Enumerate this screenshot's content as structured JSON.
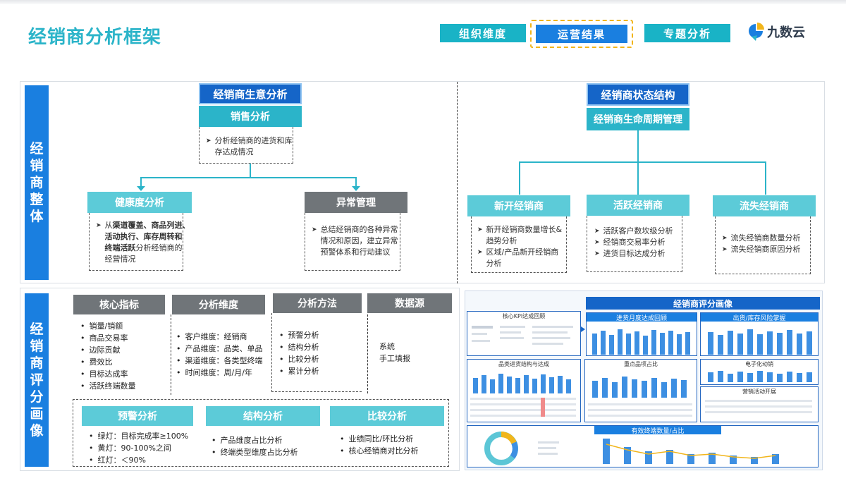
{
  "page": {
    "title": "经销商分析框架"
  },
  "tabs": [
    {
      "label": "组织维度"
    },
    {
      "label": "运营结果"
    },
    {
      "label": "专题分析"
    }
  ],
  "logo": {
    "text": "九数云",
    "icon": "logo-mark-icon"
  },
  "colors": {
    "accent": "#2bb4c9",
    "brand_blue": "#1a7fe0",
    "title_blue": "#1565c8",
    "gray": "#707579",
    "highlight_dash": "#f1b51b"
  },
  "section1": {
    "side_label": [
      "经",
      "销",
      "商",
      "整",
      "体"
    ],
    "business": {
      "title": "经销商生意分析",
      "sales": {
        "title": "销售分析",
        "desc": [
          "分析经销商的进货和库",
          "存达成情况"
        ]
      },
      "health": {
        "title": "健康度分析",
        "desc_prefix": "从",
        "desc_bold_1": "渠道覆盖、商品列进、",
        "desc_bold_2": "活动执行、库存周转和",
        "desc_bold_3": "终端活跃",
        "desc_suffix": "分析经销商的",
        "desc_tail": "经营情况"
      },
      "abnormal": {
        "title": "异常管理",
        "desc": [
          "总结经销商的各种异常",
          "情况和原因，建立异常",
          "预警体系和行动建议"
        ]
      }
    },
    "status": {
      "title": "经销商状态结构",
      "lifecycle": "经销商生命周期管理",
      "new": {
        "title": "新开经销商",
        "items": [
          [
            "新开经销商数量增长&",
            "趋势分析"
          ],
          [
            "区域/产品新开经销商",
            "分析"
          ]
        ]
      },
      "active": {
        "title": "活跃经销商",
        "items": [
          "活跃客户数坎级分析",
          "经销商交易率分析",
          "进货目标达成分析"
        ]
      },
      "lost": {
        "title": "流失经销商",
        "items": [
          "流失经销商数量分析",
          "流失经销商原因分析"
        ]
      }
    }
  },
  "section2": {
    "side_label": [
      "经",
      "销",
      "商",
      "评",
      "分",
      "画",
      "像"
    ],
    "columns": [
      {
        "title": "核心指标",
        "items": [
          "销量/销额",
          "商品交易率",
          "边际贡献",
          "费效比",
          "目标达成率",
          "活跃终端数量"
        ]
      },
      {
        "title": "分析维度",
        "items": [
          "客户维度：经销商",
          "产品维度：品类、单品",
          "渠道维度：各类型终端",
          "时间维度：周/月/年"
        ]
      },
      {
        "title": "分析方法",
        "items": [
          "预警分析",
          "结构分析",
          "比较分析",
          "累计分析"
        ]
      },
      {
        "title": "数据源",
        "items": [
          "系统",
          "手工填报"
        ]
      }
    ],
    "methods": [
      {
        "title": "预警分析",
        "items": [
          "绿灯：目标完成率≥100%",
          "黄灯：90-100%之间",
          "红灯：＜90%"
        ]
      },
      {
        "title": "结构分析",
        "items": [
          "产品维度占比分析",
          "终端类型维度占比分析"
        ]
      },
      {
        "title": "比较分析",
        "items": [
          "业绩同比/环比分析",
          "核心经销商对比分析"
        ]
      }
    ],
    "portrait": {
      "title": "经销商评分画像",
      "panels": {
        "kpi": "核心KPI达成回顾",
        "monthly": "进货月度达成回顾",
        "risk": "出货/库存风险掌握",
        "category": "品类进货结构与达成",
        "key_items": "重点品项占比",
        "e_commerce": "电子化动销",
        "marketing": "营销活动开展",
        "terminals": "有效终端数量/占比"
      }
    }
  }
}
